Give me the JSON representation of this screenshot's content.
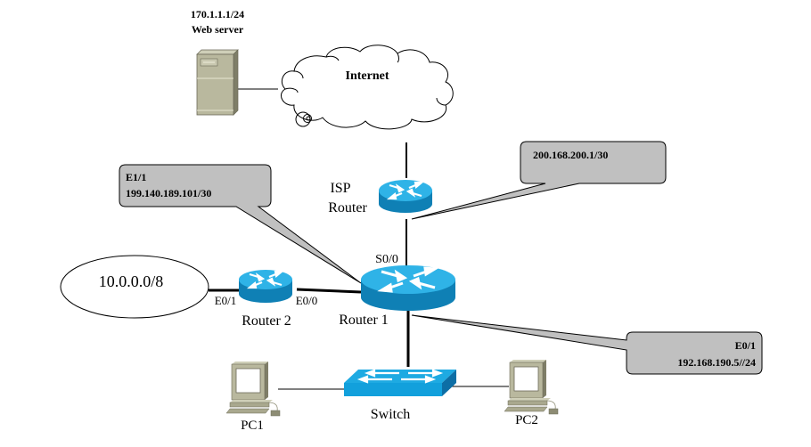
{
  "colors": {
    "router_top": "#2fb2e6",
    "router_side": "#0f7fb4",
    "switch_top": "#1aa8e0",
    "switch_side": "#0d6fa6",
    "device_beige": "#b9b89e",
    "device_dark": "#8d8c74",
    "callout_fill": "#c0c0c0",
    "line": "#000000"
  },
  "web_server": {
    "ip": "170.1.1.1/24",
    "label": "Web server",
    "icon": "server-icon"
  },
  "internet": {
    "label": "Internet",
    "icon": "cloud-icon"
  },
  "isp_router": {
    "label_line1": "ISP",
    "label_line2": "Router",
    "icon": "router-icon"
  },
  "router1": {
    "label": "Router 1",
    "s0_interface": "S0/0",
    "icon": "router-icon"
  },
  "router2": {
    "label": "Router 2",
    "e0_1": "E0/1",
    "e0_0": "E0/0",
    "icon": "router-icon"
  },
  "network_ellipse": {
    "label": "10.0.0.0/8"
  },
  "switch": {
    "label": "Switch",
    "icon": "switch-icon"
  },
  "pc1": {
    "label": "PC1",
    "icon": "pc-icon"
  },
  "pc2": {
    "label": "PC2",
    "icon": "pc-icon"
  },
  "callouts": {
    "isp_link": {
      "line1": "200.168.200.1/30"
    },
    "e1_1": {
      "line1": "E1/1",
      "line2": "199.140.189.101/30"
    },
    "e0_1": {
      "line1": "E0/1",
      "line2": "192.168.190.5//24"
    }
  }
}
